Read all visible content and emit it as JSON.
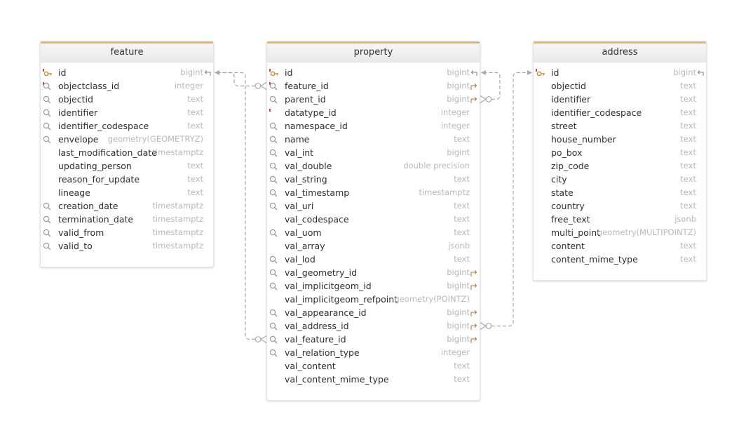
{
  "colors": {
    "header_accent": "#e8b07c",
    "key_icon": "#c98a3e",
    "fk_marker": "#b07a3a",
    "pk_marker": "#d3432f",
    "index_icon": "#9a9a9a",
    "connector": "#a9a9a9"
  },
  "tables": [
    {
      "id": "feature",
      "name": "feature",
      "columns": [
        {
          "name": "id",
          "type": "bigint",
          "icon": "key-icon",
          "ref": "referenced-icon"
        },
        {
          "name": "objectclass_id",
          "type": "integer",
          "icon": "index-icon-required"
        },
        {
          "name": "objectid",
          "type": "text",
          "icon": "index-icon"
        },
        {
          "name": "identifier",
          "type": "text",
          "icon": "index-icon"
        },
        {
          "name": "identifier_codespace",
          "type": "text",
          "icon": "index-icon"
        },
        {
          "name": "envelope",
          "type": "geometry(GEOMETRYZ)",
          "icon": "index-icon"
        },
        {
          "name": "last_modification_date",
          "type": "timestamptz",
          "icon": ""
        },
        {
          "name": "updating_person",
          "type": "text",
          "icon": ""
        },
        {
          "name": "reason_for_update",
          "type": "text",
          "icon": ""
        },
        {
          "name": "lineage",
          "type": "text",
          "icon": ""
        },
        {
          "name": "creation_date",
          "type": "timestamptz",
          "icon": "index-icon"
        },
        {
          "name": "termination_date",
          "type": "timestamptz",
          "icon": "index-icon"
        },
        {
          "name": "valid_from",
          "type": "timestamptz",
          "icon": "index-icon"
        },
        {
          "name": "valid_to",
          "type": "timestamptz",
          "icon": "index-icon"
        }
      ]
    },
    {
      "id": "property",
      "name": "property",
      "columns": [
        {
          "name": "id",
          "type": "bigint",
          "icon": "key-icon",
          "ref": "referenced-icon"
        },
        {
          "name": "feature_id",
          "type": "bigint",
          "icon": "index-icon-required",
          "ref": "foreign-key-icon"
        },
        {
          "name": "parent_id",
          "type": "bigint",
          "icon": "index-icon",
          "ref": "foreign-key-icon"
        },
        {
          "name": "datatype_id",
          "type": "integer",
          "icon": "required-icon"
        },
        {
          "name": "namespace_id",
          "type": "integer",
          "icon": "index-icon"
        },
        {
          "name": "name",
          "type": "text",
          "icon": "index-icon"
        },
        {
          "name": "val_int",
          "type": "bigint",
          "icon": "index-icon"
        },
        {
          "name": "val_double",
          "type": "double precision",
          "icon": "index-icon"
        },
        {
          "name": "val_string",
          "type": "text",
          "icon": "index-icon"
        },
        {
          "name": "val_timestamp",
          "type": "timestamptz",
          "icon": "index-icon"
        },
        {
          "name": "val_uri",
          "type": "text",
          "icon": "index-icon"
        },
        {
          "name": "val_codespace",
          "type": "text",
          "icon": ""
        },
        {
          "name": "val_uom",
          "type": "text",
          "icon": "index-icon"
        },
        {
          "name": "val_array",
          "type": "jsonb",
          "icon": ""
        },
        {
          "name": "val_lod",
          "type": "text",
          "icon": "index-icon"
        },
        {
          "name": "val_geometry_id",
          "type": "bigint",
          "icon": "index-icon",
          "ref": "foreign-key-icon"
        },
        {
          "name": "val_implicitgeom_id",
          "type": "bigint",
          "icon": "index-icon",
          "ref": "foreign-key-icon"
        },
        {
          "name": "val_implicitgeom_refpoint",
          "type": "geometry(POINTZ)",
          "icon": ""
        },
        {
          "name": "val_appearance_id",
          "type": "bigint",
          "icon": "index-icon",
          "ref": "foreign-key-icon"
        },
        {
          "name": "val_address_id",
          "type": "bigint",
          "icon": "index-icon",
          "ref": "foreign-key-icon"
        },
        {
          "name": "val_feature_id",
          "type": "bigint",
          "icon": "index-icon",
          "ref": "foreign-key-icon"
        },
        {
          "name": "val_relation_type",
          "type": "integer",
          "icon": "index-icon"
        },
        {
          "name": "val_content",
          "type": "text",
          "icon": ""
        },
        {
          "name": "val_content_mime_type",
          "type": "text",
          "icon": ""
        }
      ]
    },
    {
      "id": "address",
      "name": "address",
      "columns": [
        {
          "name": "id",
          "type": "bigint",
          "icon": "key-icon",
          "ref": "referenced-icon"
        },
        {
          "name": "objectid",
          "type": "text",
          "icon": ""
        },
        {
          "name": "identifier",
          "type": "text",
          "icon": ""
        },
        {
          "name": "identifier_codespace",
          "type": "text",
          "icon": ""
        },
        {
          "name": "street",
          "type": "text",
          "icon": ""
        },
        {
          "name": "house_number",
          "type": "text",
          "icon": ""
        },
        {
          "name": "po_box",
          "type": "text",
          "icon": ""
        },
        {
          "name": "zip_code",
          "type": "text",
          "icon": ""
        },
        {
          "name": "city",
          "type": "text",
          "icon": ""
        },
        {
          "name": "state",
          "type": "text",
          "icon": ""
        },
        {
          "name": "country",
          "type": "text",
          "icon": ""
        },
        {
          "name": "free_text",
          "type": "jsonb",
          "icon": ""
        },
        {
          "name": "multi_point",
          "type": "geometry(MULTIPOINTZ)",
          "icon": ""
        },
        {
          "name": "content",
          "type": "text",
          "icon": ""
        },
        {
          "name": "content_mime_type",
          "type": "text",
          "icon": ""
        }
      ]
    }
  ],
  "relationships": [
    {
      "from": "property.feature_id",
      "to": "feature.id",
      "cardinality": "zero-or-many"
    },
    {
      "from": "property.val_feature_id",
      "to": "feature.id",
      "cardinality": "zero-or-many"
    },
    {
      "from": "property.parent_id",
      "to": "property.id",
      "cardinality": "zero-or-many"
    },
    {
      "from": "property.val_address_id",
      "to": "address.id",
      "cardinality": "zero-or-many"
    }
  ]
}
